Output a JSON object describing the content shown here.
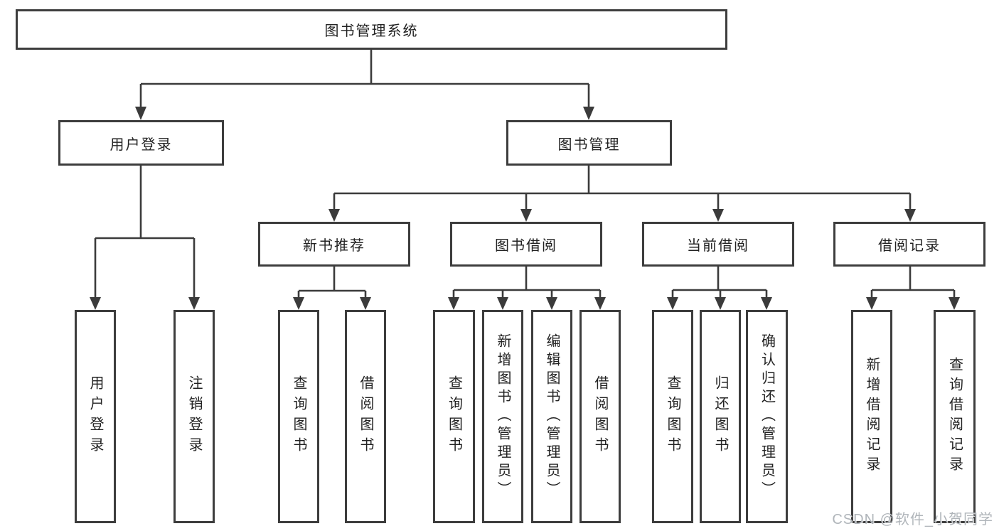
{
  "diagram": {
    "root": "图书管理系统",
    "level2": [
      {
        "label": "用户登录",
        "children": [
          "用户登录",
          "注销登录"
        ]
      },
      {
        "label": "图书管理",
        "children": [
          {
            "label": "新书推荐",
            "children": [
              "查询图书",
              "借阅图书"
            ]
          },
          {
            "label": "图书借阅",
            "children": [
              "查询图书",
              "新增图书（管理员）",
              "编辑图书（管理员）",
              "借阅图书"
            ]
          },
          {
            "label": "当前借阅",
            "children": [
              "查询图书",
              "归还图书",
              "确认归还（管理员）"
            ]
          },
          {
            "label": "借阅记录",
            "children": [
              "新增借阅记录",
              "查询借阅记录"
            ]
          }
        ]
      }
    ]
  },
  "watermark": "CSDN @软件_小贺同学",
  "colors": {
    "background": "#ffffff",
    "box_fill": "#ffffff",
    "box_border": "#3d3d3d",
    "line": "#3b3b3b",
    "text": "#222222",
    "watermark": "#acb1b6"
  }
}
